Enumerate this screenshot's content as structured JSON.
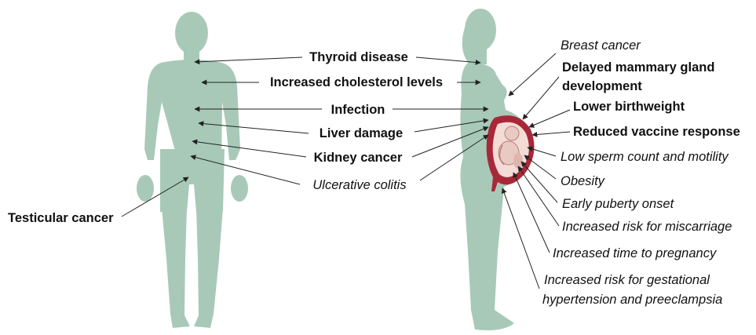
{
  "colors": {
    "figure": "#a8c9b8",
    "uterus": "#a8283a",
    "fetus": "#e9c9c3",
    "text": "#111111"
  },
  "labels": {
    "thyroid": "Thyroid disease",
    "cholesterol": "Increased cholesterol levels",
    "infection": "Infection",
    "liver": "Liver damage",
    "kidney": "Kidney cancer",
    "colitis": "Ulcerative colitis",
    "testicular": "Testicular cancer",
    "breast": "Breast cancer",
    "mammary_1": "Delayed mammary gland",
    "mammary_2": "development",
    "birthweight": "Lower birthweight",
    "vaccine": "Reduced vaccine response",
    "sperm": "Low sperm count and motility",
    "obesity": "Obesity",
    "puberty": "Early puberty onset",
    "miscarriage": "Increased risk for miscarriage",
    "pregnancy_time": "Increased time to pregnancy",
    "gestational_1": "Increased risk for gestational",
    "gestational_2": "hypertension and preeclampsia"
  }
}
